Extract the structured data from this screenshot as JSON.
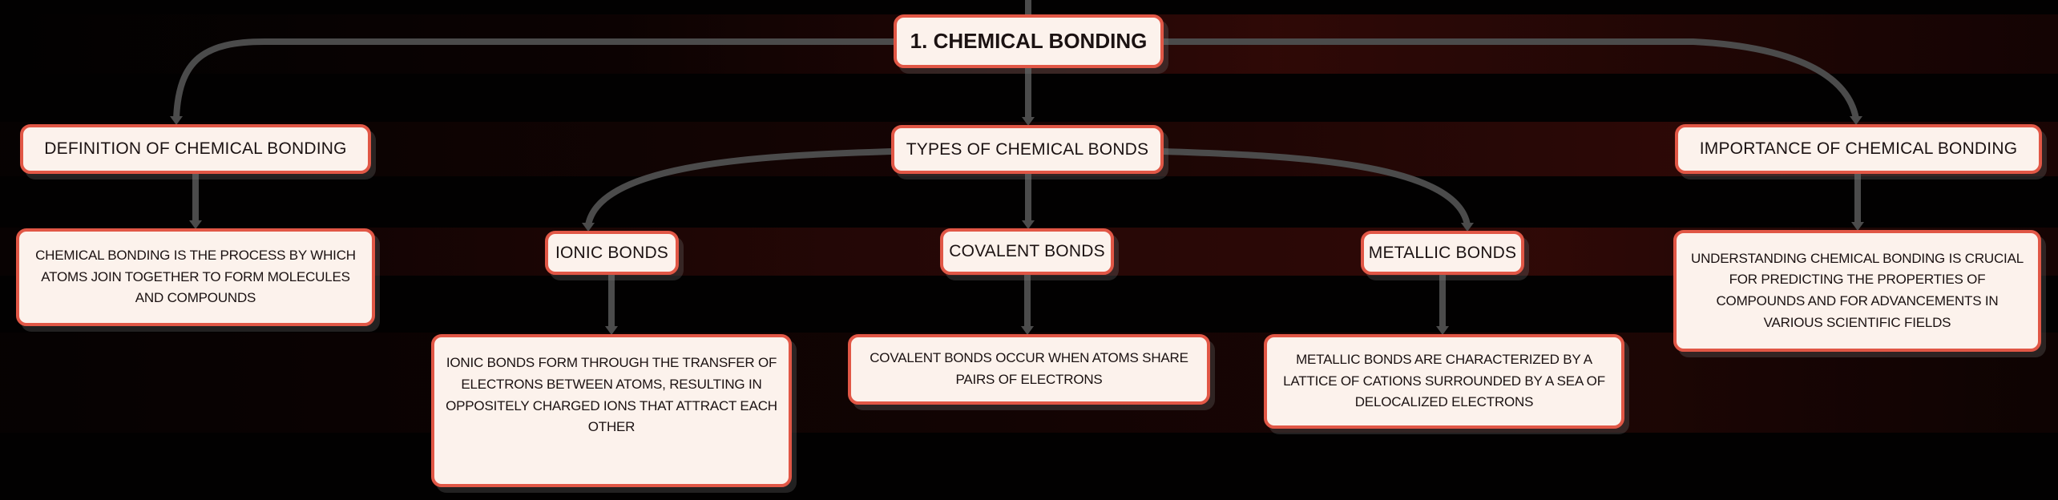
{
  "diagram": {
    "root": {
      "label": "1. CHEMICAL BONDING"
    },
    "branches": [
      {
        "id": "definition",
        "label": "DEFINITION OF CHEMICAL BONDING",
        "description": "CHEMICAL BONDING IS THE PROCESS BY WHICH ATOMS JOIN TOGETHER TO FORM MOLECULES AND COMPOUNDS"
      },
      {
        "id": "types",
        "label": "TYPES OF CHEMICAL BONDS",
        "children": [
          {
            "id": "ionic",
            "label": "IONIC BONDS",
            "description": "IONIC BONDS FORM THROUGH THE TRANSFER OF ELECTRONS BETWEEN ATOMS, RESULTING IN OPPOSITELY CHARGED IONS THAT ATTRACT EACH OTHER"
          },
          {
            "id": "covalent",
            "label": "COVALENT BONDS",
            "description": "COVALENT BONDS OCCUR WHEN ATOMS SHARE PAIRS OF ELECTRONS"
          },
          {
            "id": "metallic",
            "label": "METALLIC BONDS",
            "description": "METALLIC BONDS ARE CHARACTERIZED BY A LATTICE OF CATIONS SURROUNDED BY A SEA OF DELOCALIZED ELECTRONS"
          }
        ]
      },
      {
        "id": "importance",
        "label": "IMPORTANCE OF CHEMICAL BONDING",
        "description": "UNDERSTANDING CHEMICAL BONDING IS CRUCIAL FOR PREDICTING THE PROPERTIES OF COMPOUNDS AND FOR ADVANCEMENTS IN VARIOUS SCIENTIFIC FIELDS"
      }
    ],
    "colors": {
      "background": "#020101",
      "node_fill": "#fcf2ec",
      "node_border": "#e15746",
      "text": "#1b1212",
      "connector": "#4b4b4b",
      "band": "#2a0706"
    }
  }
}
